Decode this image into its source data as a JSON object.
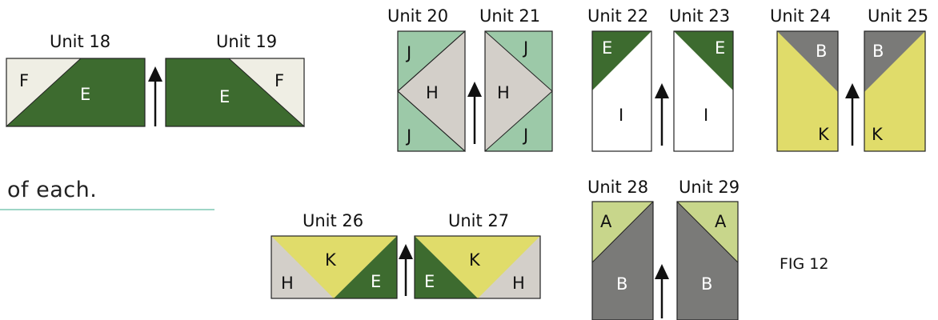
{
  "colors": {
    "dark_green": "#3d6b2f",
    "cream": "#efeee4",
    "light_green": "#9cc9a8",
    "light_gray": "#d3cfc9",
    "white": "#ffffff",
    "gray": "#7a7a78",
    "yellow": "#e0dc6a",
    "lime": "#c8d68b",
    "rule": "#7fc9b4"
  },
  "caption": "of each.",
  "figure_label": "FIG 12",
  "units": {
    "u18": "Unit 18",
    "u19": "Unit 19",
    "u20": "Unit 20",
    "u21": "Unit 21",
    "u22": "Unit 22",
    "u23": "Unit 23",
    "u24": "Unit 24",
    "u25": "Unit 25",
    "u26": "Unit 26",
    "u27": "Unit 27",
    "u28": "Unit 28",
    "u29": "Unit 29"
  },
  "patch_letters": {
    "A": "A",
    "B": "B",
    "E": "E",
    "F": "F",
    "H": "H",
    "I": "I",
    "J": "J",
    "K": "K"
  }
}
